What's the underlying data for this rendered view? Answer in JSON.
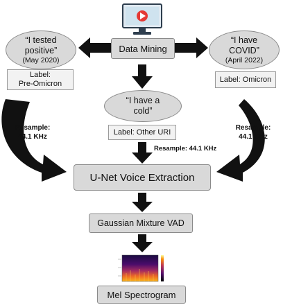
{
  "steps": {
    "data_mining": "Data Mining",
    "unet": "U-Net Voice Extraction",
    "gmm_vad": "Gaussian Mixture VAD",
    "mel": "Mel Spectrogram"
  },
  "quotes": {
    "left": [
      "“I tested",
      "positive”",
      "(May 2020)"
    ],
    "right": [
      "“I have",
      "COVID”",
      "(April 2022)"
    ],
    "center": [
      "“I have a",
      "cold”"
    ]
  },
  "labels": {
    "left": [
      "Label:",
      "Pre-Omicron"
    ],
    "right": "Label: Omicron",
    "center": "Label: Other URI"
  },
  "resample": {
    "left": [
      "Resample:",
      "44.1 KHz"
    ],
    "right": [
      "Resample:",
      "44.1 KHz"
    ],
    "center": "Resample: 44.1 KHz"
  },
  "icons": {
    "monitor": "monitor-play-icon",
    "spectrogram": "spectrogram-thumbnail"
  },
  "colors": {
    "box_fill": "#d9d9d9",
    "label_fill": "#f2f2f2",
    "arrow": "#111111",
    "play_red": "#e53935",
    "screen_blue": "#cfe3ef"
  }
}
